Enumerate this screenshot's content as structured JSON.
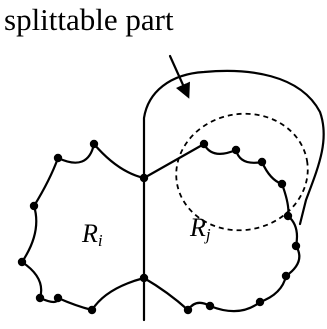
{
  "caption": "splittable part",
  "regions": [
    {
      "letter": "R",
      "sub": "i"
    },
    {
      "letter": "R",
      "sub": "j"
    }
  ],
  "colors": {
    "ink": "#000000",
    "background": "#ffffff"
  }
}
